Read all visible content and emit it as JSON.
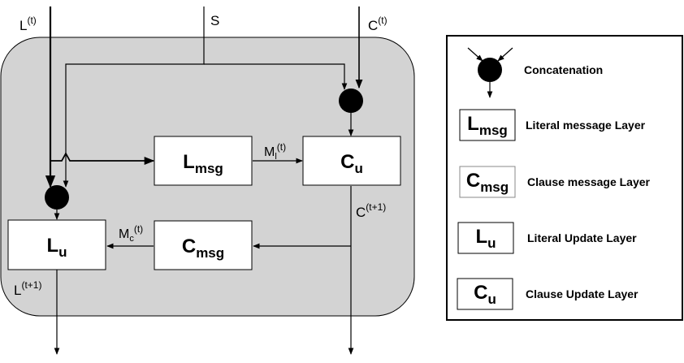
{
  "inputs": {
    "literal": {
      "base": "L",
      "sup": "(t)"
    },
    "shared": "S",
    "clause": {
      "base": "C",
      "sup": "(t)"
    }
  },
  "boxes": {
    "lmsg": {
      "base": "L",
      "sub": "msg"
    },
    "cu": {
      "base": "C",
      "sub": "u"
    },
    "lu": {
      "base": "L",
      "sub": "u"
    },
    "cmsg": {
      "base": "C",
      "sub": "msg"
    }
  },
  "edges": {
    "ml": {
      "base": "M",
      "sub": "l",
      "sup": "(t)"
    },
    "mc": {
      "base": "M",
      "sub": "c",
      "sup": "(t)"
    }
  },
  "outputs": {
    "clause_next": {
      "base": "C",
      "sup": "(t+1)"
    },
    "literal_next": {
      "base": "L",
      "sup": "(t+1)"
    }
  },
  "legend": {
    "concat_label": "Concatenation",
    "items": [
      {
        "base": "L",
        "sub": "msg",
        "label": "Literal message Layer"
      },
      {
        "base": "C",
        "sub": "msg",
        "label": "Clause message Layer"
      },
      {
        "base": "L",
        "sub": "u",
        "label": "Literal Update Layer"
      },
      {
        "base": "C",
        "sub": "u",
        "label": "Clause Update Layer"
      }
    ]
  },
  "colors": {
    "module_fill": "#d3d3d3",
    "line": "#000000",
    "box_fill": "#ffffff"
  }
}
